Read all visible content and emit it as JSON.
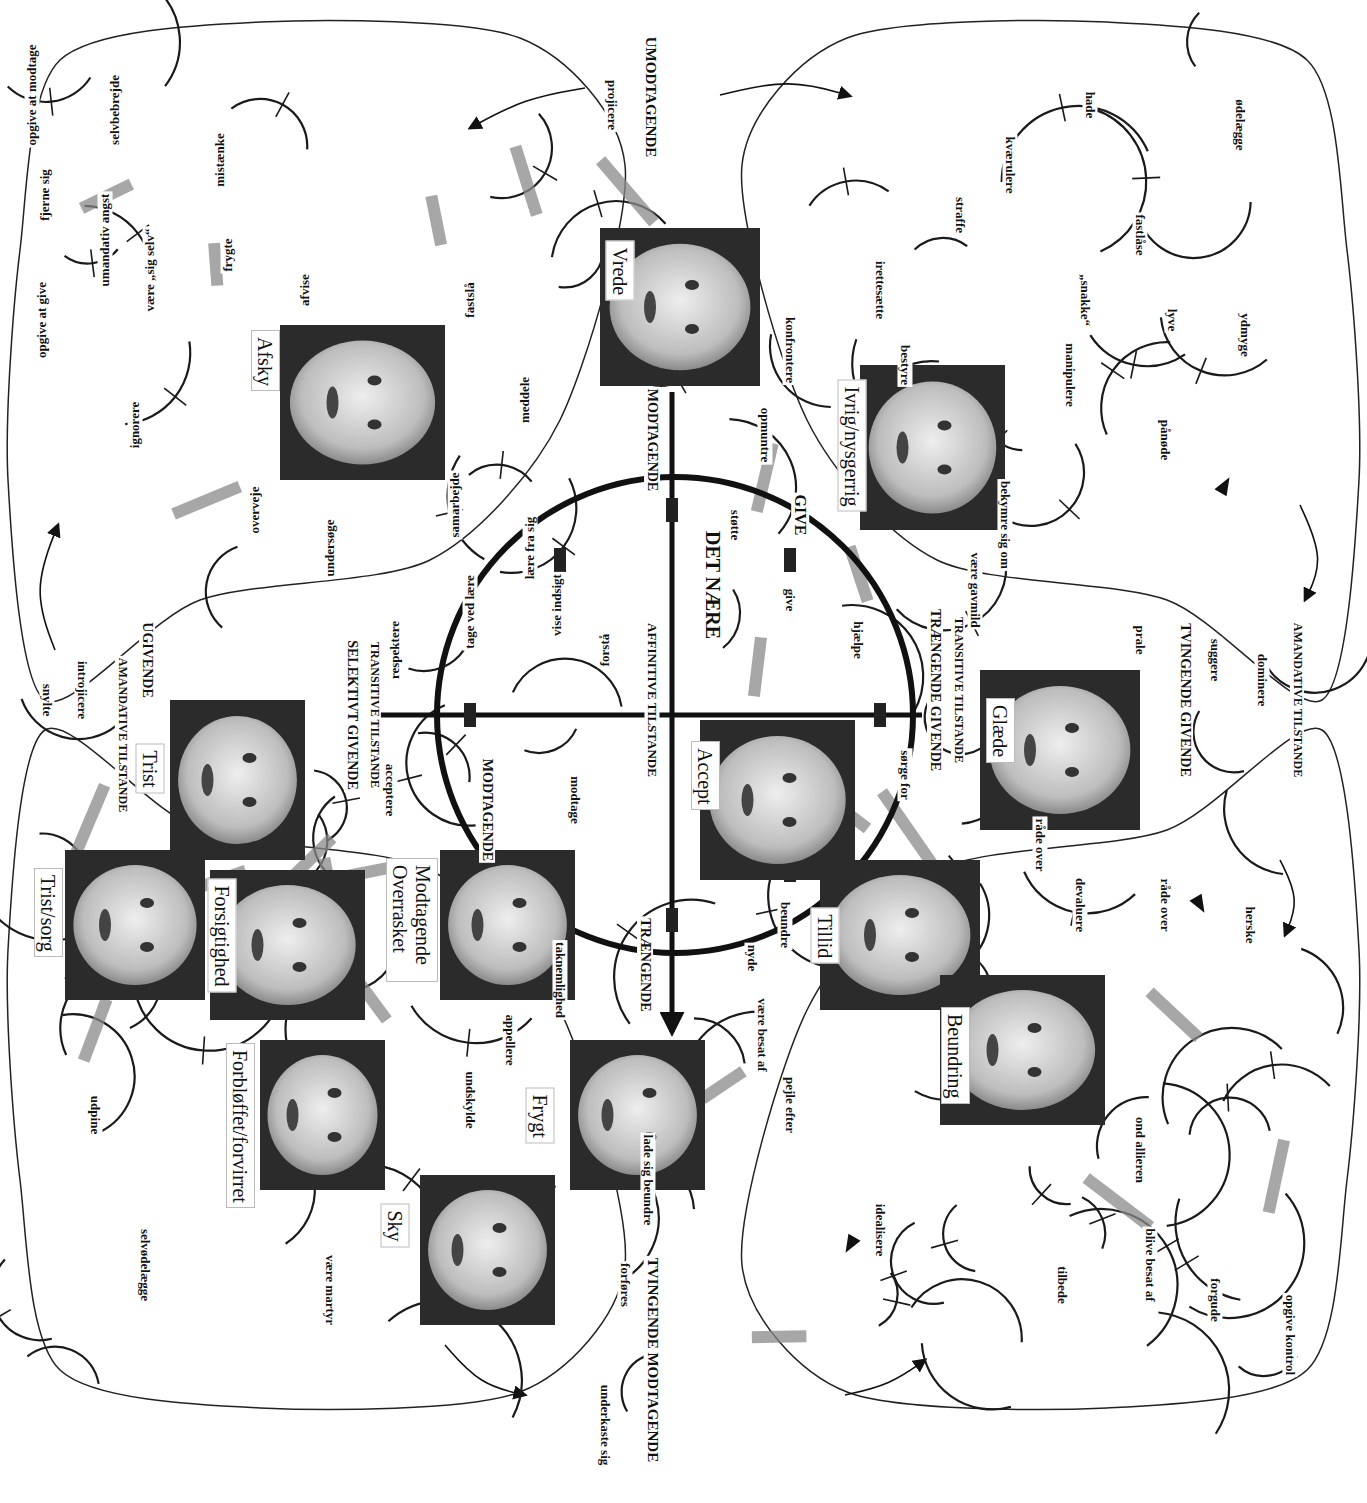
{
  "diagram": {
    "nodes": [
      {
        "text": [
          "Vrede"
        ]
      },
      {
        "text": [
          "Afsky"
        ]
      },
      {
        "text": [
          "Ivrig/nysgerrig"
        ]
      },
      {
        "text": [
          "Glæde"
        ]
      },
      {
        "text": [
          "Accept"
        ]
      },
      {
        "text": [
          "Trist"
        ]
      },
      {
        "text": [
          "Tillid"
        ]
      },
      {
        "text": [
          "Modtagende Overrasket"
        ]
      },
      {
        "text": [
          "Trist/sorg"
        ]
      },
      {
        "text": [
          "Forsigtighed"
        ]
      },
      {
        "text": [
          "Beundring"
        ]
      },
      {
        "text": [
          "Frygt"
        ]
      },
      {
        "text": [
          "Forbløffet/forvirret"
        ]
      },
      {
        "text": [
          "Sky"
        ]
      }
    ],
    "labels": [
      "UMODTAGENDE",
      "projicere",
      "opgive at modtage",
      "selvbebrejde",
      "fjerne sig",
      "mistænke",
      "umandativ angst",
      "være „sig selv“",
      "frygte",
      "afvise",
      "fastslå",
      "meddele",
      "ignorere",
      "opgive at give",
      "overveje",
      "undersøge",
      "samarbejde",
      "lære fra sig",
      "vise indsigt",
      "tage ved lære",
      "forstå",
      "respektere",
      "SELEKTIVT GIVENDE",
      "TRANSITIVE TILSTANDE",
      "UGIVENDE",
      "AMANDATIVE TILSTANDE",
      "introjicere",
      "snylte",
      "hade",
      "ødelægge",
      "kværulere",
      "straffe",
      "fastlåse",
      "irettesætte",
      "„snakke“",
      "lyve",
      "ydmyge",
      "manipulere",
      "bestyre",
      "konfrontere",
      "opmuntre",
      "pånøde",
      "bekymre sig om",
      "være gavmild",
      "støtte",
      "GIVE",
      "DET NÆRE",
      "give",
      "hjælpe",
      "sørge for",
      "TRÆNGENDE GIVENDE",
      "TRANSITIVE TILSTANDE",
      "prale",
      "suggere",
      "dominere",
      "TVINGENDE GIVENDE",
      "AMANDATIVE TILSTANDE",
      "råde over",
      "devaluere",
      "råde over",
      "herske",
      "beundre",
      "nyde",
      "være besat af",
      "pejle efter",
      "ond allieren",
      "idealisere",
      "tilbede",
      "blive besat af",
      "forgude",
      "opgive kontrol",
      "AFFINITIVE TILSTANDE",
      "MODTAGENDE",
      "MODTAGENDE",
      "TRÆNGENDE",
      "acceptere",
      "modtage",
      "taknemlighed",
      "appellere",
      "undskylde",
      "udpine",
      "selvødelægge",
      "være martyr",
      "lade sig beundre",
      "forføres",
      "TVINGENDE MODTAGENDE",
      "underkaste sig"
    ]
  }
}
